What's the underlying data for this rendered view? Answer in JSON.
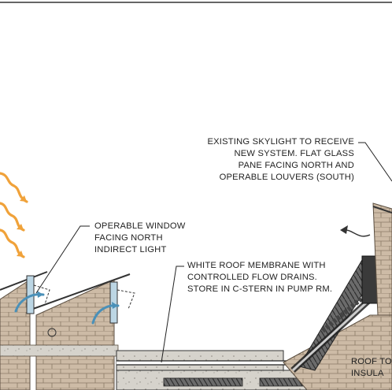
{
  "notes": {
    "skylight": [
      "EXISTING SKYLIGHT TO RECEIVE",
      "NEW SYSTEM. FLAT GLASS",
      "PANE FACING NORTH AND",
      "OPERABLE LOUVERS (SOUTH)"
    ],
    "window": [
      "OPERABLE WINDOW",
      "FACING NORTH",
      "INDIRECT LIGHT"
    ],
    "membrane": [
      "WHITE ROOF MEMBRANE WITH",
      "CONTROLLED FLOW DRAINS.",
      "STORE IN C-STERN IN PUMP RM."
    ],
    "roof": [
      "ROOF TO",
      "INSULA"
    ]
  },
  "colors": {
    "sun_rays": "#f0a23a",
    "brick": "#cdbba6",
    "brick_line": "#8a7a66",
    "concrete": "#d6d3cc",
    "insulation": "#555555",
    "air_flow": "#4a90b8",
    "glass": "#bcd6e4"
  },
  "icons": [
    "sun-ray-icon",
    "air-flow-arrow-icon",
    "skylight-air-arrow-icon"
  ]
}
